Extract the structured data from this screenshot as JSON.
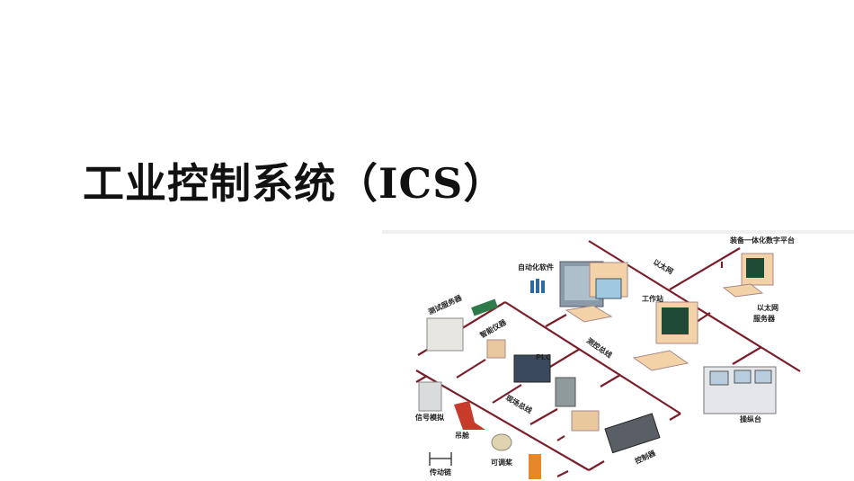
{
  "slide": {
    "title": "工业控制系统（ICS）"
  },
  "diagram": {
    "line_color": "#7a1f2a",
    "labels": {
      "automation_software": "自动化软件",
      "ethernet": "以太网",
      "digital_platform": "装备一体化数字平台",
      "workstation": "工作站",
      "ethernet_server_1": "以太网",
      "ethernet_server_2": "服务器",
      "test_server": "测试服务器",
      "smart_instrument": "智能仪器",
      "plc": "PLC",
      "measurement_bus": "测控总线",
      "field_bus": "现场总线",
      "signal_simulation": "信号模拟",
      "pod": "吊舱",
      "adjustable_propeller": "可调桨",
      "drive_chain": "传动链",
      "controller": "控制器",
      "console": "操纵台"
    }
  }
}
